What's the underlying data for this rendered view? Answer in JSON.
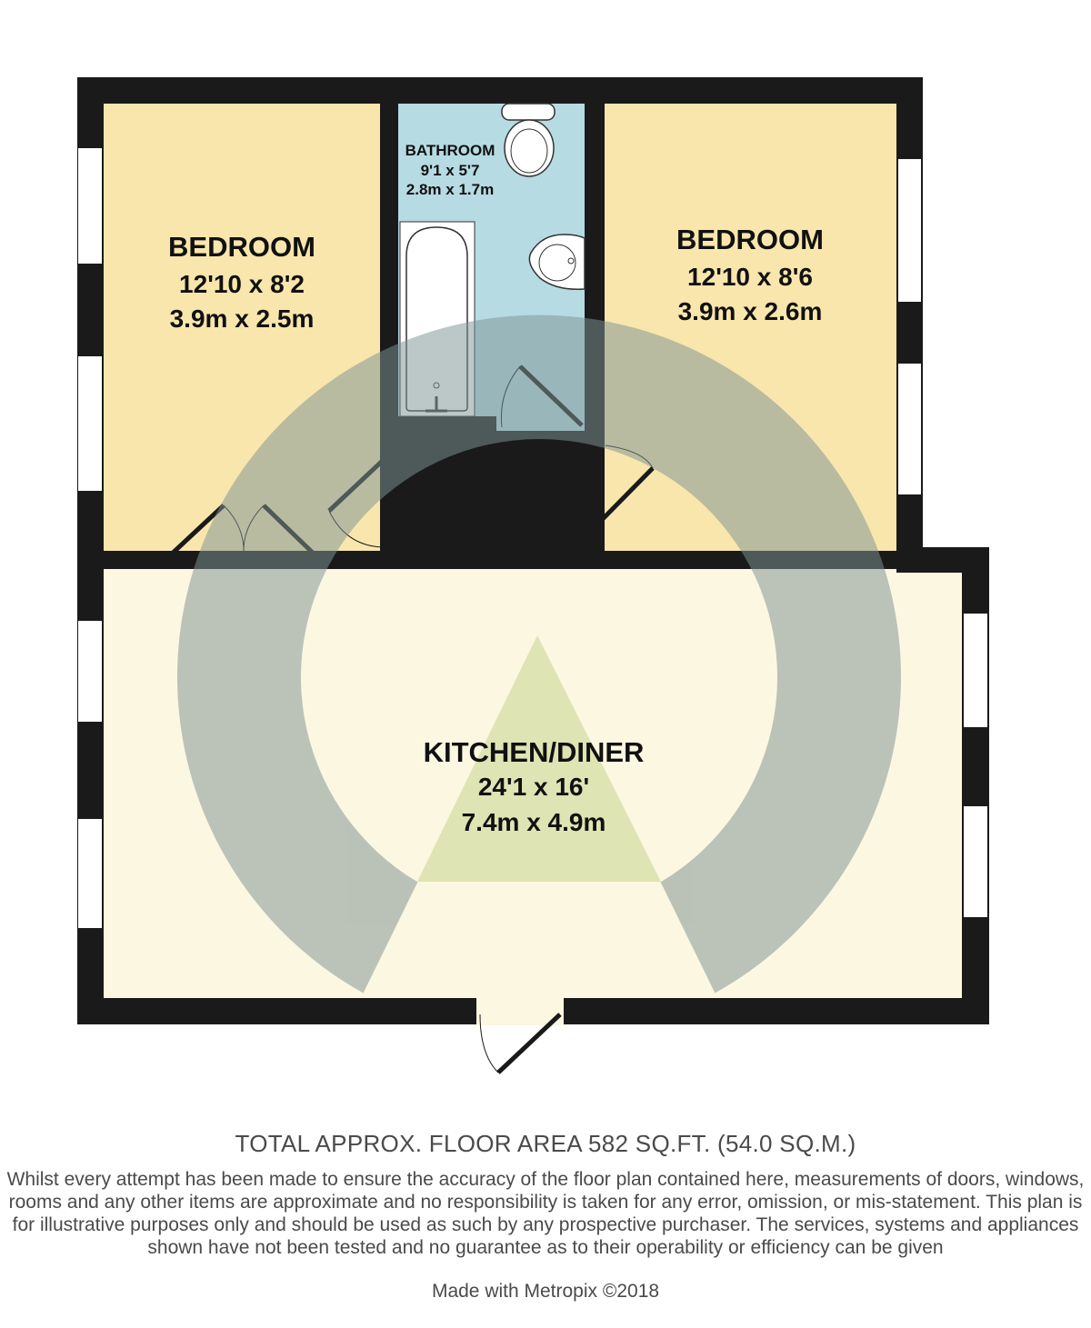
{
  "colors": {
    "wall": "#1a1a1a",
    "bedroom_fill": "#f8e6ad",
    "bathroom_fill": "#b6dbe3",
    "kitchen_fill": "#fcf7e1",
    "window": "#ffffff",
    "watermark": "#7f9393",
    "watermark_center": "#d8e0a8"
  },
  "rooms": {
    "bedroom_left": {
      "name": "BEDROOM",
      "imperial": "12'10 x 8'2",
      "metric": "3.9m x 2.5m"
    },
    "bathroom": {
      "name": "BATHROOM",
      "imperial": "9'1 x 5'7",
      "metric": "2.8m x 1.7m"
    },
    "bedroom_right": {
      "name": "BEDROOM",
      "imperial": "12'10 x 8'6",
      "metric": "3.9m x 2.6m"
    },
    "kitchen": {
      "name": "KITCHEN/DINER",
      "imperial": "24'1 x 16'",
      "metric": "7.4m x 4.9m"
    }
  },
  "footer": {
    "total_area": "TOTAL APPROX. FLOOR AREA 582 SQ.FT. (54.0 SQ.M.)",
    "disclaimer": "Whilst every attempt has been made to ensure the accuracy of the floor plan contained here, measurements of doors, windows, rooms and any other items are approximate and no responsibility is taken for any error, omission, or mis-statement. This plan is for illustrative purposes only and should be used as such by any prospective purchaser. The services, systems and appliances shown have not been tested and no guarantee as to their operability or efficiency can be given",
    "credit": "Made with Metropix ©2018"
  }
}
